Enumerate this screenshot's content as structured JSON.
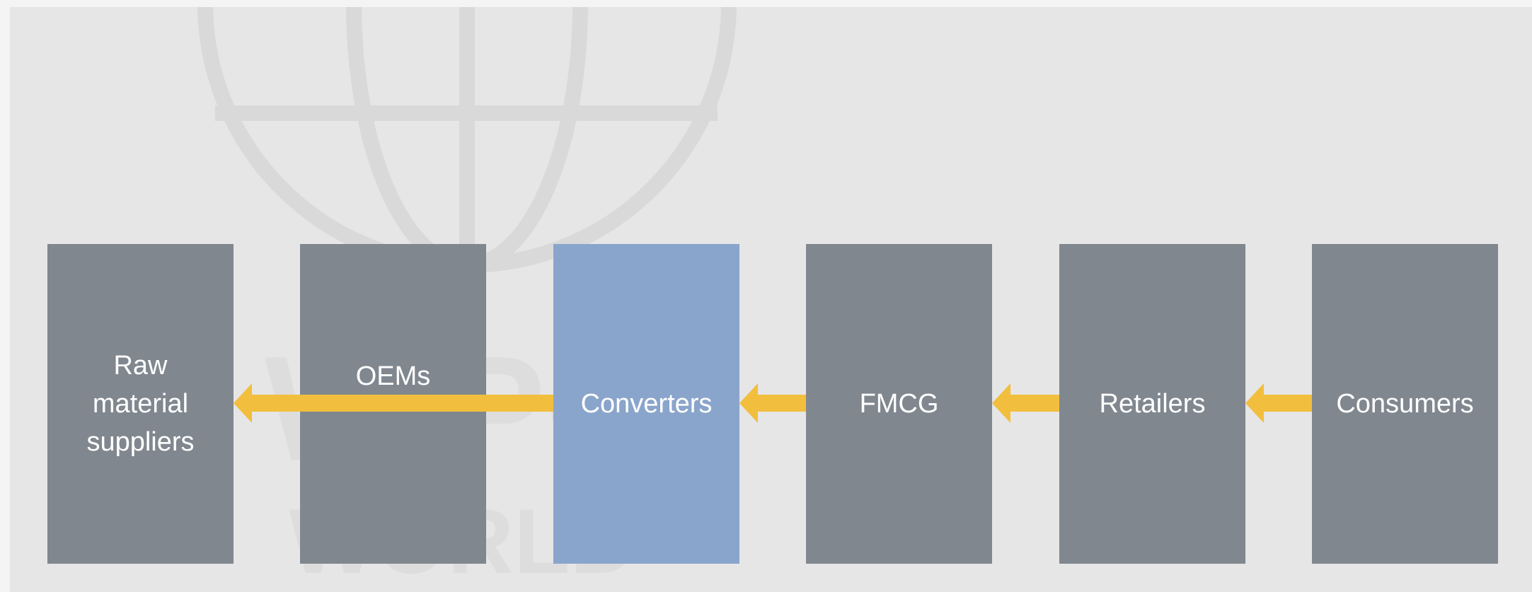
{
  "diagram": {
    "stages": [
      {
        "label": "Raw\nmaterial\nsuppliers",
        "highlighted": false
      },
      {
        "label": "OEMs",
        "highlighted": false
      },
      {
        "label": "Converters",
        "highlighted": true
      },
      {
        "label": "FMCG",
        "highlighted": false
      },
      {
        "label": "Retailers",
        "highlighted": false
      },
      {
        "label": "Consumers",
        "highlighted": false
      }
    ],
    "flow_direction": "right-to-left",
    "colors": {
      "box": "#80878f",
      "highlight": "#8aa5cb",
      "arrow": "#f2be3d",
      "background": "#e6e6e6"
    }
  },
  "watermark": {
    "text_lines": [
      "WIPO",
      "WORLD"
    ]
  }
}
